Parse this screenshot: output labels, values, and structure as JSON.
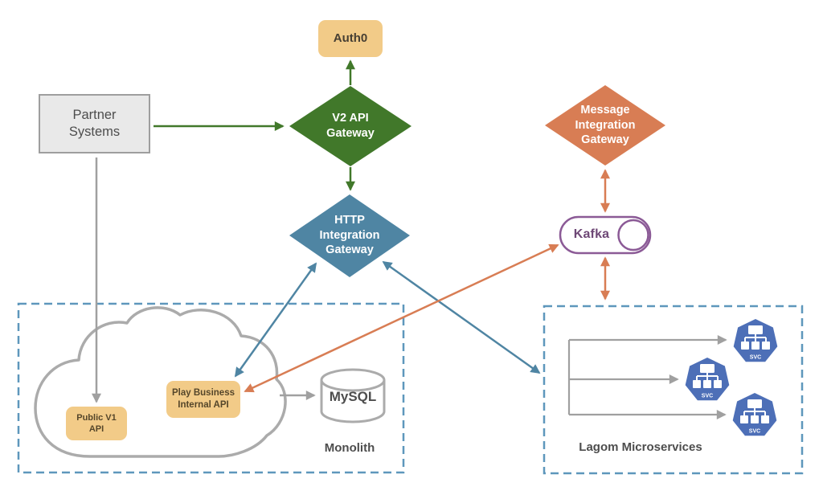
{
  "diagram": {
    "nodes": {
      "auth0": "Auth0",
      "partner_systems": "Partner Systems",
      "v2_api_gateway": "V2 API Gateway",
      "http_integration_gateway": "HTTP Integration Gateway",
      "message_integration_gateway": "Message Integration Gateway",
      "kafka": "Kafka",
      "public_v1_api": "Public V1 API",
      "play_business_internal_api": "Play Business Internal API",
      "mysql": "MySQL",
      "svc": "SVC"
    },
    "groups": {
      "monolith": "Monolith",
      "lagom_microservices": "Lagom Microservices"
    },
    "colors": {
      "background": "#FFFFFF",
      "green_gateway": "#41782A",
      "blue_gateway": "#4F85A3",
      "orange_gateway": "#D87D54",
      "tan_node": "#F2CB88",
      "kafka_purple": "#8B5A96",
      "group_dash_blue": "#5E97BC",
      "neutral_gray": "#A6A6A6",
      "svc_blue": "#4D6FB7",
      "dark_label": "#4D4D4D",
      "white_label": "#FFFFFF"
    },
    "edges": [
      {
        "from": "Partner Systems",
        "to": "V2 API Gateway",
        "color": "green",
        "arrows": "one-way"
      },
      {
        "from": "V2 API Gateway",
        "to": "Auth0",
        "color": "green",
        "arrows": "one-way"
      },
      {
        "from": "V2 API Gateway",
        "to": "HTTP Integration Gateway",
        "color": "green",
        "arrows": "one-way"
      },
      {
        "from": "Partner Systems",
        "to": "Public V1 API",
        "color": "gray",
        "arrows": "one-way"
      },
      {
        "from": "Monolith cloud",
        "to": "MySQL",
        "color": "gray",
        "arrows": "one-way"
      },
      {
        "from": "HTTP Integration Gateway",
        "to": "Play Business Internal API",
        "color": "blue",
        "arrows": "two-way"
      },
      {
        "from": "HTTP Integration Gateway",
        "to": "Lagom Microservices",
        "color": "blue",
        "arrows": "two-way"
      },
      {
        "from": "Play Business Internal API",
        "to": "Kafka",
        "color": "orange",
        "arrows": "two-way"
      },
      {
        "from": "Message Integration Gateway",
        "to": "Kafka",
        "color": "orange",
        "arrows": "two-way"
      },
      {
        "from": "Kafka",
        "to": "Lagom Microservices",
        "color": "orange",
        "arrows": "two-way"
      },
      {
        "from": "Lagom fan-out",
        "to": "SVC instances",
        "color": "gray",
        "arrows": "one-way"
      }
    ]
  }
}
